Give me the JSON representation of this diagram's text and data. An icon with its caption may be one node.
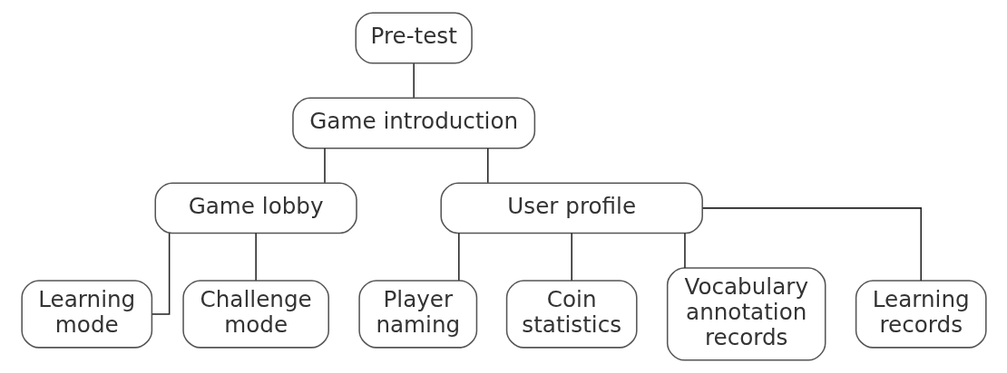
{
  "diagram": {
    "nodes": [
      {
        "text": [
          "Pre-test"
        ]
      },
      {
        "text": [
          "Game introduction"
        ]
      },
      {
        "text": [
          "Game lobby"
        ]
      },
      {
        "text": [
          "User profile"
        ]
      },
      {
        "text": [
          "Learning mode"
        ]
      },
      {
        "text": [
          "Challenge mode"
        ]
      },
      {
        "text": [
          "Player naming"
        ]
      },
      {
        "text": [
          "Coin statistics"
        ]
      },
      {
        "text": [
          "Vocabulary annotation records"
        ]
      },
      {
        "text": [
          "Learning records"
        ]
      }
    ],
    "edges": [
      {
        "from": 0,
        "to": 1,
        "arrow": "none"
      },
      {
        "from": 1,
        "to": 2,
        "arrow": "none"
      },
      {
        "from": 1,
        "to": 3,
        "arrow": "none"
      },
      {
        "from": 2,
        "to": 4,
        "arrow": "none"
      },
      {
        "from": 2,
        "to": 5,
        "arrow": "none"
      },
      {
        "from": 3,
        "to": 6,
        "arrow": "none"
      },
      {
        "from": 3,
        "to": 7,
        "arrow": "none"
      },
      {
        "from": 3,
        "to": 8,
        "arrow": "none"
      },
      {
        "from": 3,
        "to": 9,
        "arrow": "none"
      }
    ]
  }
}
